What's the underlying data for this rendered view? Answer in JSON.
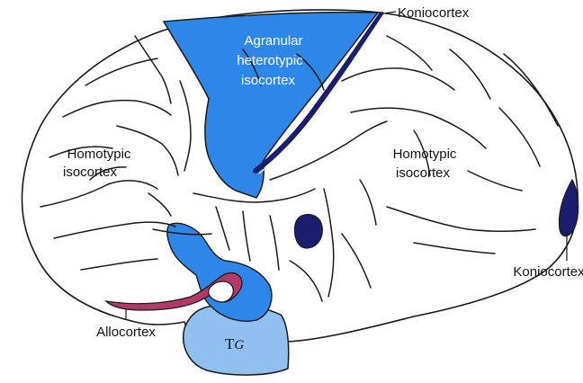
{
  "labels": {
    "koniocortex_top": "Koniocortex",
    "agranular_line1": "Agranular",
    "agranular_line2": "heterotypic",
    "agranular_line3": "isocortex",
    "homotypic_left_line1": "Homotypic",
    "homotypic_left_line2": "isocortex",
    "homotypic_right_line1": "Homotypic",
    "homotypic_right_line2": "isocortex",
    "koniocortex_right": "Koniocortex",
    "allocortex": "Allocortex",
    "tg_main": "T",
    "tg_sub": "G"
  },
  "colors": {
    "agranular": "#2e86e8",
    "koniocortex": "#1b1e6e",
    "allocortex": "#b23a6a",
    "temporal_pole": "#8fc0f0",
    "outline": "#1a1a1a"
  }
}
